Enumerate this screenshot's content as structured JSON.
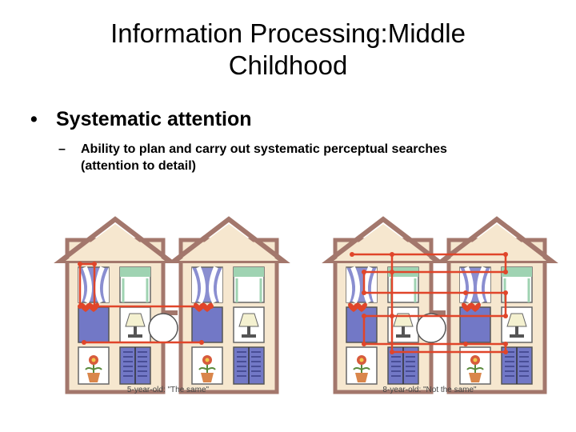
{
  "slide": {
    "title": "Information Processing:Middle Childhood",
    "bullet_main": "Systematic attention",
    "bullet_sub": "Ability to plan and carry out systematic perceptual searches (attention to detail)"
  },
  "figure": {
    "left_caption": "5-year-old: \"The same\"",
    "right_caption": "8-year-old: \"Not the same\""
  },
  "colors": {
    "house_wall": "#f6e7cf",
    "roof_trim": "#a3776c",
    "window_blue": "#7278c6",
    "path_red": "#e0452a"
  }
}
